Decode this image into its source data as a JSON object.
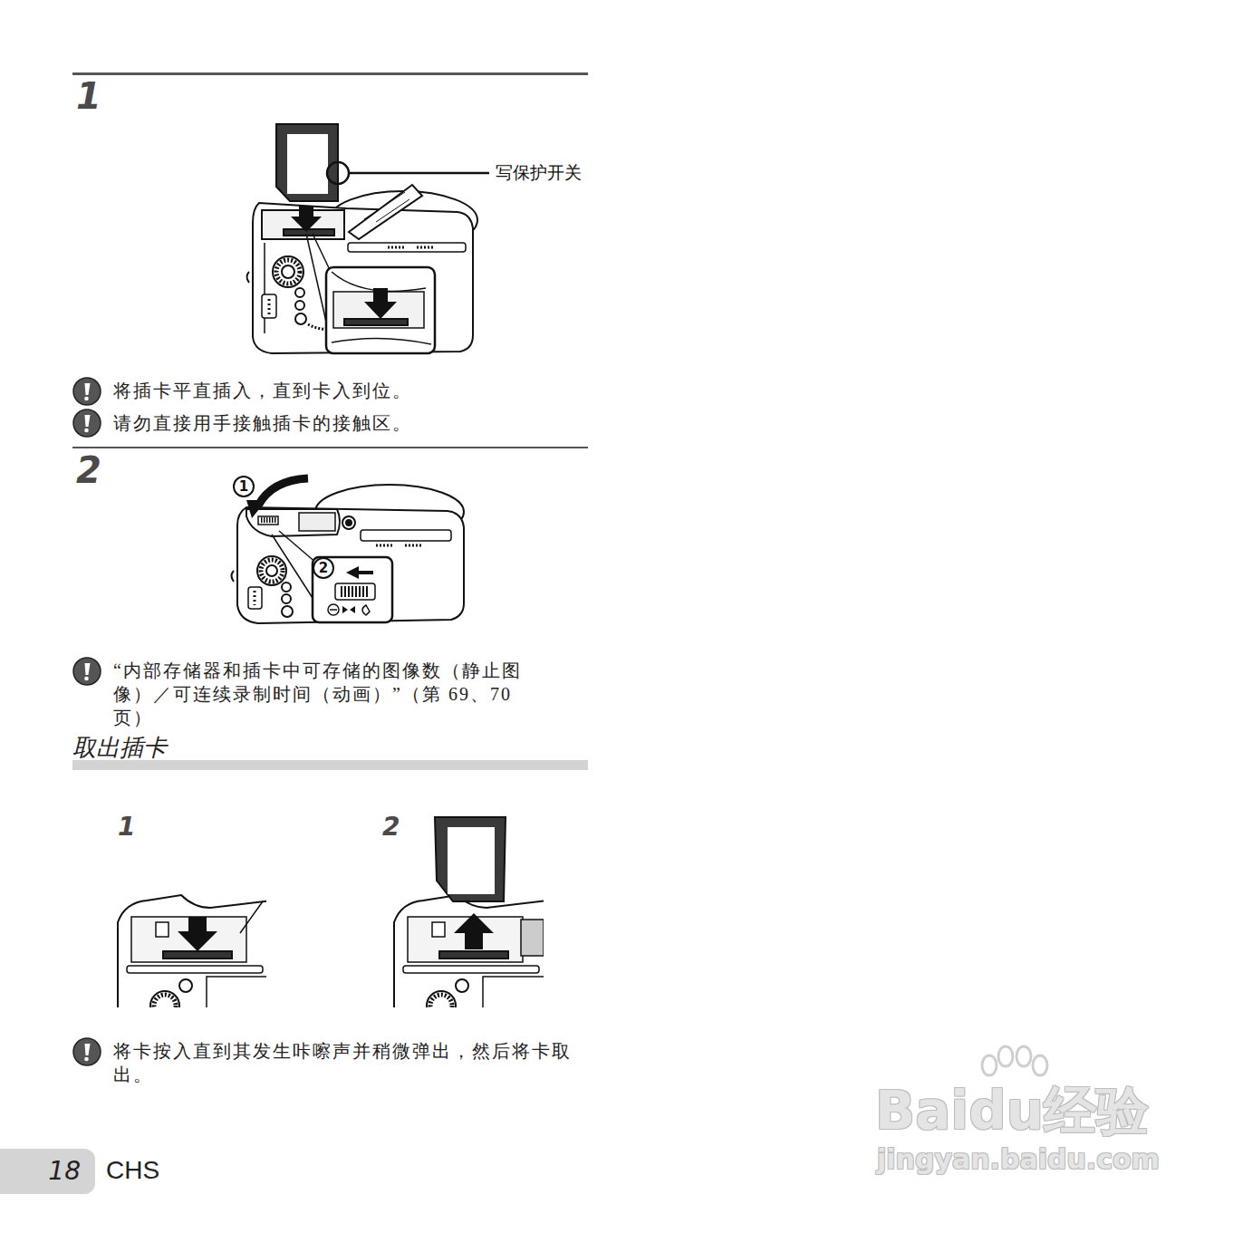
{
  "diagram": {
    "nodes": [
      {
        "text": [
          "取出插卡"
        ]
      },
      {
        "text": [
          "18"
        ]
      }
    ],
    "labels": [
      "1",
      "写保护开关",
      "将插卡平直插入，直到卡入到位。",
      "请勿直接用手接触插卡的接触区。",
      "2",
      "1",
      "2",
      "“内部存储器和插卡中可存储的图像数（静止图 像）／可连续录制时间（动画）”（第 69、70 页）",
      "1",
      "2",
      "将卡按入直到其发生咔嚓声并稍微弹出，然后将卡取 出。",
      "CHS",
      "Baidu经验",
      "jingyan.baidu.com"
    ]
  }
}
